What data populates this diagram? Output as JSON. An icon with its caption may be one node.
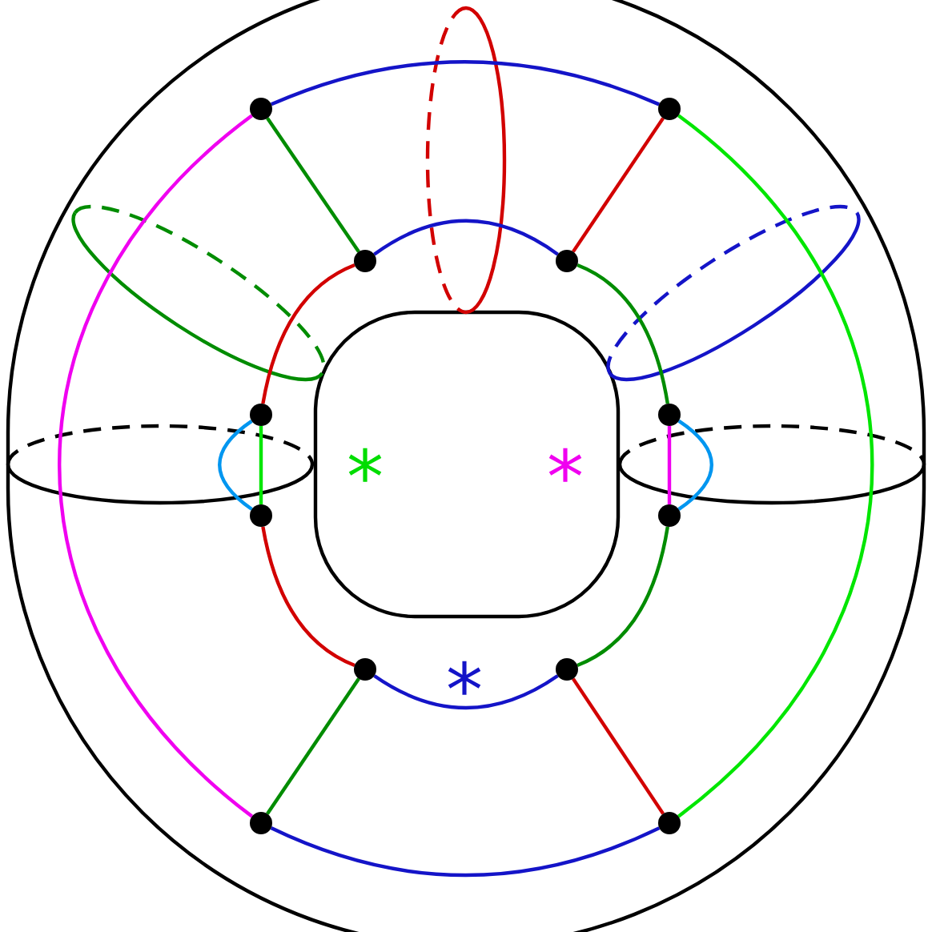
{
  "diagram": {
    "nodes": [
      {
        "text": [],
        "shape": "circle"
      },
      {
        "text": [],
        "shape": "circle"
      },
      {
        "text": [],
        "shape": "circle"
      },
      {
        "text": [],
        "shape": "circle"
      },
      {
        "text": [],
        "shape": "circle"
      },
      {
        "text": [],
        "shape": "circle"
      },
      {
        "text": [],
        "shape": "circle"
      },
      {
        "text": [],
        "shape": "circle"
      },
      {
        "text": [],
        "shape": "circle"
      },
      {
        "text": [],
        "shape": "circle"
      },
      {
        "text": [],
        "shape": "circle"
      },
      {
        "text": [],
        "shape": "circle"
      }
    ],
    "edges": [
      {
        "from": 0,
        "to": 1,
        "arrow": "none",
        "color": "#1414c8"
      },
      {
        "from": 0,
        "to": 2,
        "arrow": "none",
        "color": "#008c00"
      },
      {
        "from": 1,
        "to": 3,
        "arrow": "none",
        "color": "#d20000"
      },
      {
        "from": 2,
        "to": 3,
        "arrow": "none",
        "color": "#1414c8"
      },
      {
        "from": 2,
        "to": 4,
        "arrow": "none",
        "color": "#d20000"
      },
      {
        "from": 3,
        "to": 5,
        "arrow": "none",
        "color": "#008c00"
      },
      {
        "from": 4,
        "to": 6,
        "arrow": "none",
        "color": "#00e600"
      },
      {
        "from": 4,
        "to": 6,
        "arrow": "none",
        "color": "#0096f0"
      },
      {
        "from": 5,
        "to": 7,
        "arrow": "none",
        "color": "#f000f0"
      },
      {
        "from": 5,
        "to": 7,
        "arrow": "none",
        "color": "#0096f0"
      },
      {
        "from": 6,
        "to": 8,
        "arrow": "none",
        "color": "#d20000"
      },
      {
        "from": 7,
        "to": 9,
        "arrow": "none",
        "color": "#008c00"
      },
      {
        "from": 8,
        "to": 9,
        "arrow": "none",
        "color": "#1414c8"
      },
      {
        "from": 8,
        "to": 10,
        "arrow": "none",
        "color": "#008c00"
      },
      {
        "from": 9,
        "to": 11,
        "arrow": "none",
        "color": "#d20000"
      },
      {
        "from": 10,
        "to": 11,
        "arrow": "none",
        "color": "#1414c8"
      },
      {
        "from": 0,
        "to": 10,
        "arrow": "none",
        "color": "#f000f0"
      },
      {
        "from": 1,
        "to": 11,
        "arrow": "none",
        "color": "#00e600"
      }
    ],
    "labels": [
      "*",
      "*",
      "*"
    ]
  }
}
